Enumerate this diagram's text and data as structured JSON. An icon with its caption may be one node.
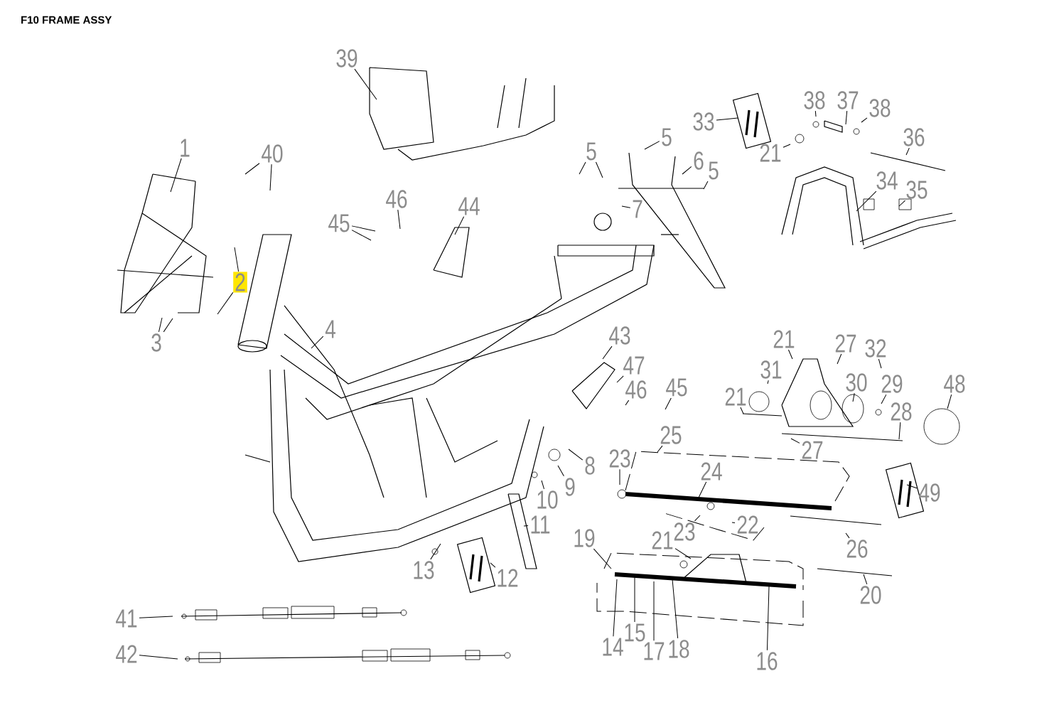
{
  "diagram": {
    "title": "F10 FRAME ASSY",
    "nodes": [
      {
        "text": [
          "1"
        ]
      },
      {
        "text": [
          "2"
        ]
      },
      {
        "text": [
          "3"
        ]
      },
      {
        "text": [
          "4"
        ]
      },
      {
        "text": [
          "39"
        ]
      },
      {
        "text": [
          "40"
        ]
      },
      {
        "text": [
          "46"
        ]
      },
      {
        "text": [
          "45"
        ]
      },
      {
        "text": [
          "44"
        ]
      },
      {
        "text": [
          "5"
        ]
      },
      {
        "text": [
          "5"
        ]
      },
      {
        "text": [
          "6"
        ]
      },
      {
        "text": [
          "5"
        ]
      },
      {
        "text": [
          "7"
        ]
      },
      {
        "text": [
          "33"
        ]
      },
      {
        "text": [
          "38"
        ]
      },
      {
        "text": [
          "37"
        ]
      },
      {
        "text": [
          "38"
        ]
      },
      {
        "text": [
          "21"
        ]
      },
      {
        "text": [
          "36"
        ]
      },
      {
        "text": [
          "34"
        ]
      },
      {
        "text": [
          "35"
        ]
      },
      {
        "text": [
          "43"
        ]
      },
      {
        "text": [
          "47"
        ]
      },
      {
        "text": [
          "46"
        ]
      },
      {
        "text": [
          "45"
        ]
      },
      {
        "text": [
          "25"
        ]
      },
      {
        "text": [
          "23"
        ]
      },
      {
        "text": [
          "24"
        ]
      },
      {
        "text": [
          "21"
        ]
      },
      {
        "text": [
          "27"
        ]
      },
      {
        "text": [
          "32"
        ]
      },
      {
        "text": [
          "31"
        ]
      },
      {
        "text": [
          "30"
        ]
      },
      {
        "text": [
          "29"
        ]
      },
      {
        "text": [
          "21"
        ]
      },
      {
        "text": [
          "28"
        ]
      },
      {
        "text": [
          "48"
        ]
      },
      {
        "text": [
          "27"
        ]
      },
      {
        "text": [
          "49"
        ]
      },
      {
        "text": [
          "8"
        ]
      },
      {
        "text": [
          "9"
        ]
      },
      {
        "text": [
          "10"
        ]
      },
      {
        "text": [
          "11"
        ]
      },
      {
        "text": [
          "13"
        ]
      },
      {
        "text": [
          "12"
        ]
      },
      {
        "text": [
          "19"
        ]
      },
      {
        "text": [
          "21"
        ]
      },
      {
        "text": [
          "23"
        ]
      },
      {
        "text": [
          "22"
        ]
      },
      {
        "text": [
          "26"
        ]
      },
      {
        "text": [
          "20"
        ]
      },
      {
        "text": [
          "14"
        ]
      },
      {
        "text": [
          "15"
        ]
      },
      {
        "text": [
          "17"
        ]
      },
      {
        "text": [
          "18"
        ]
      },
      {
        "text": [
          "16"
        ]
      },
      {
        "text": [
          "41"
        ]
      },
      {
        "text": [
          "42"
        ]
      }
    ],
    "edges": [
      {
        "from": 0,
        "to": null,
        "arrow": "none"
      },
      {
        "from": 1,
        "to": null,
        "arrow": "none"
      },
      {
        "from": 1,
        "to": null,
        "arrow": "none"
      },
      {
        "from": 2,
        "to": null,
        "arrow": "none"
      },
      {
        "from": 2,
        "to": null,
        "arrow": "none"
      },
      {
        "from": 3,
        "to": null,
        "arrow": "none"
      },
      {
        "from": 4,
        "to": null,
        "arrow": "none"
      },
      {
        "from": 5,
        "to": null,
        "arrow": "none"
      },
      {
        "from": 5,
        "to": null,
        "arrow": "none"
      },
      {
        "from": 6,
        "to": null,
        "arrow": "none"
      },
      {
        "from": 7,
        "to": null,
        "arrow": "none"
      },
      {
        "from": 7,
        "to": null,
        "arrow": "none"
      },
      {
        "from": 8,
        "to": null,
        "arrow": "none"
      },
      {
        "from": 9,
        "to": null,
        "arrow": "none"
      },
      {
        "from": 9,
        "to": null,
        "arrow": "none"
      },
      {
        "from": 10,
        "to": null,
        "arrow": "none"
      },
      {
        "from": 11,
        "to": null,
        "arrow": "none"
      },
      {
        "from": 12,
        "to": null,
        "arrow": "none"
      },
      {
        "from": 13,
        "to": null,
        "arrow": "none"
      },
      {
        "from": 14,
        "to": null,
        "arrow": "none"
      },
      {
        "from": 15,
        "to": null,
        "arrow": "none"
      },
      {
        "from": 16,
        "to": null,
        "arrow": "none"
      },
      {
        "from": 17,
        "to": null,
        "arrow": "none"
      },
      {
        "from": 18,
        "to": null,
        "arrow": "none"
      },
      {
        "from": 19,
        "to": null,
        "arrow": "none"
      },
      {
        "from": 20,
        "to": null,
        "arrow": "none"
      },
      {
        "from": 21,
        "to": null,
        "arrow": "none"
      },
      {
        "from": 22,
        "to": null,
        "arrow": "none"
      },
      {
        "from": 23,
        "to": null,
        "arrow": "none"
      },
      {
        "from": 24,
        "to": null,
        "arrow": "none"
      },
      {
        "from": 25,
        "to": null,
        "arrow": "none"
      },
      {
        "from": 26,
        "to": null,
        "arrow": "none"
      },
      {
        "from": 27,
        "to": null,
        "arrow": "none"
      },
      {
        "from": 28,
        "to": null,
        "arrow": "none"
      },
      {
        "from": 29,
        "to": null,
        "arrow": "none"
      },
      {
        "from": 30,
        "to": null,
        "arrow": "none"
      },
      {
        "from": 31,
        "to": null,
        "arrow": "none"
      },
      {
        "from": 32,
        "to": null,
        "arrow": "none"
      },
      {
        "from": 33,
        "to": null,
        "arrow": "none"
      },
      {
        "from": 34,
        "to": null,
        "arrow": "none"
      },
      {
        "from": 35,
        "to": null,
        "arrow": "none"
      },
      {
        "from": 36,
        "to": null,
        "arrow": "none"
      },
      {
        "from": 37,
        "to": null,
        "arrow": "none"
      },
      {
        "from": 38,
        "to": null,
        "arrow": "none"
      },
      {
        "from": 39,
        "to": null,
        "arrow": "none"
      },
      {
        "from": 40,
        "to": null,
        "arrow": "none"
      },
      {
        "from": 41,
        "to": null,
        "arrow": "none"
      },
      {
        "from": 42,
        "to": null,
        "arrow": "none"
      },
      {
        "from": 43,
        "to": null,
        "arrow": "none"
      },
      {
        "from": 44,
        "to": null,
        "arrow": "none"
      },
      {
        "from": 45,
        "to": null,
        "arrow": "none"
      },
      {
        "from": 46,
        "to": null,
        "arrow": "none"
      },
      {
        "from": 47,
        "to": null,
        "arrow": "none"
      },
      {
        "from": 48,
        "to": null,
        "arrow": "none"
      },
      {
        "from": 49,
        "to": null,
        "arrow": "none"
      },
      {
        "from": 50,
        "to": null,
        "arrow": "none"
      },
      {
        "from": 51,
        "to": null,
        "arrow": "none"
      },
      {
        "from": 52,
        "to": null,
        "arrow": "none"
      },
      {
        "from": 53,
        "to": null,
        "arrow": "none"
      },
      {
        "from": 54,
        "to": null,
        "arrow": "none"
      },
      {
        "from": 55,
        "to": null,
        "arrow": "none"
      },
      {
        "from": 56,
        "to": null,
        "arrow": "none"
      },
      {
        "from": 57,
        "to": null,
        "arrow": "none"
      },
      {
        "from": 58,
        "to": null,
        "arrow": "none"
      }
    ]
  }
}
